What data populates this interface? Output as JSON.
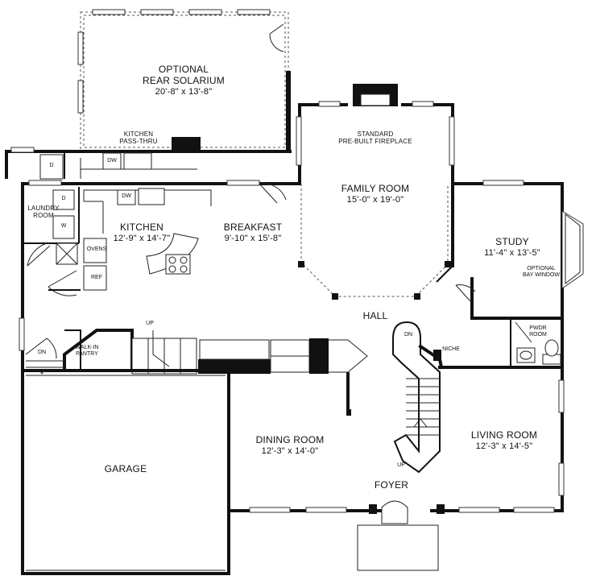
{
  "rooms": {
    "solarium": {
      "name_line1": "OPTIONAL",
      "name_line2": "REAR SOLARIUM",
      "dims": "20'-8\" x 13'-8\""
    },
    "family_room": {
      "name": "FAMILY ROOM",
      "dims": "15'-0\" x 19'-0\""
    },
    "kitchen": {
      "name": "KITCHEN",
      "dims": "12'-9\" x 14'-7\""
    },
    "breakfast": {
      "name": "BREAKFAST",
      "dims": "9'-10\" x 15'-8\""
    },
    "study": {
      "name": "STUDY",
      "dims": "11'-4\" x 13'-5\""
    },
    "dining_room": {
      "name": "DINING ROOM",
      "dims": "12'-3\" x 14'-0\""
    },
    "living_room": {
      "name": "LIVING ROOM",
      "dims": "12'-3\" x 14'-5\""
    },
    "garage": {
      "name": "GARAGE"
    },
    "hall": {
      "name": "HALL"
    },
    "foyer": {
      "name": "FOYER"
    },
    "laundry": {
      "name_line1": "LAUNDRY",
      "name_line2": "ROOM"
    },
    "pantry": {
      "name_line1": "WALK-IN",
      "name_line2": "PANTRY"
    },
    "powder": {
      "name_line1": "PWDR",
      "name_line2": "ROOM"
    }
  },
  "labels": {
    "kitchen_pass_thru_line1": "KITCHEN",
    "kitchen_pass_thru_line2": "PASS-THRU",
    "fireplace_line1": "STANDARD",
    "fireplace_line2": "PRE-BUILT FIREPLACE",
    "bay_window_line1": "OPTIONAL",
    "bay_window_line2": "BAY WINDOW",
    "niche": "NICHE",
    "ovens": "OVENS",
    "refrigerator": "REF",
    "dishwasher_upper": "DW",
    "dishwasher_lower": "DW",
    "dryer_upper": "D",
    "dryer_laundry": "D",
    "washer": "W",
    "stair_up_garage": "UP",
    "stair_down_garage": "DN",
    "stair_down_main": "DN",
    "stair_up_main": "UP"
  }
}
